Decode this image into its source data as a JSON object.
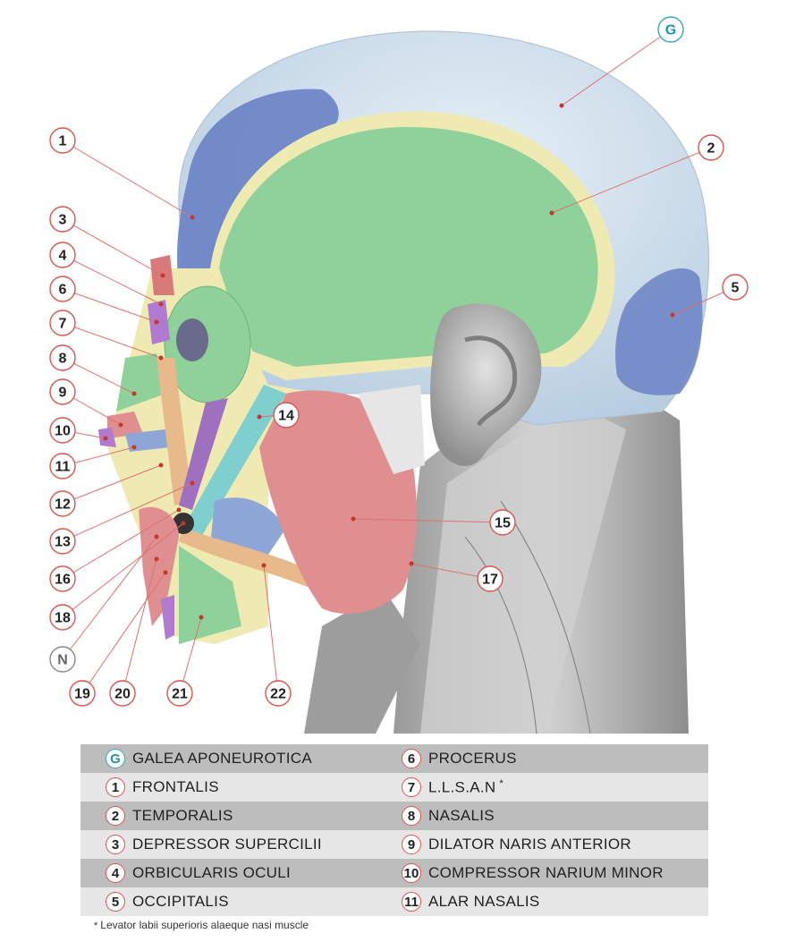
{
  "figure": {
    "callout_labels": [
      "G",
      "1",
      "2",
      "3",
      "4",
      "5",
      "6",
      "7",
      "8",
      "9",
      "10",
      "11",
      "12",
      "13",
      "14",
      "15",
      "16",
      "17",
      "18",
      "N",
      "19",
      "20",
      "21",
      "22"
    ]
  },
  "legend": {
    "left": [
      {
        "num": "G",
        "name": "GALEA APONEUROTICA"
      },
      {
        "num": "1",
        "name": "FRONTALIS"
      },
      {
        "num": "2",
        "name": "TEMPORALIS"
      },
      {
        "num": "3",
        "name": "DEPRESSOR SUPERCILII"
      },
      {
        "num": "4",
        "name": "ORBICULARIS OCULI"
      },
      {
        "num": "5",
        "name": "OCCIPITALIS"
      }
    ],
    "right": [
      {
        "num": "6",
        "name": "PROCERUS"
      },
      {
        "num": "7",
        "name": "L.L.S.A.N",
        "mark": "*"
      },
      {
        "num": "8",
        "name": "NASALIS"
      },
      {
        "num": "9",
        "name": "DILATOR NARIS ANTERIOR"
      },
      {
        "num": "10",
        "name": "COMPRESSOR NARIUM MINOR"
      },
      {
        "num": "11",
        "name": "ALAR NASALIS"
      }
    ]
  },
  "footnote": {
    "mark": "*",
    "text": "Levator labii superioris alaeque nasi muscle"
  },
  "colors": {
    "galea": "#c9dbe8",
    "frontalis": "#6f86c7",
    "temporalis": "#8fd19a",
    "masseter": "#df8f8f",
    "bone": "#eeeab2",
    "neck": "#b8b8b8",
    "callout": "#d9534f"
  }
}
